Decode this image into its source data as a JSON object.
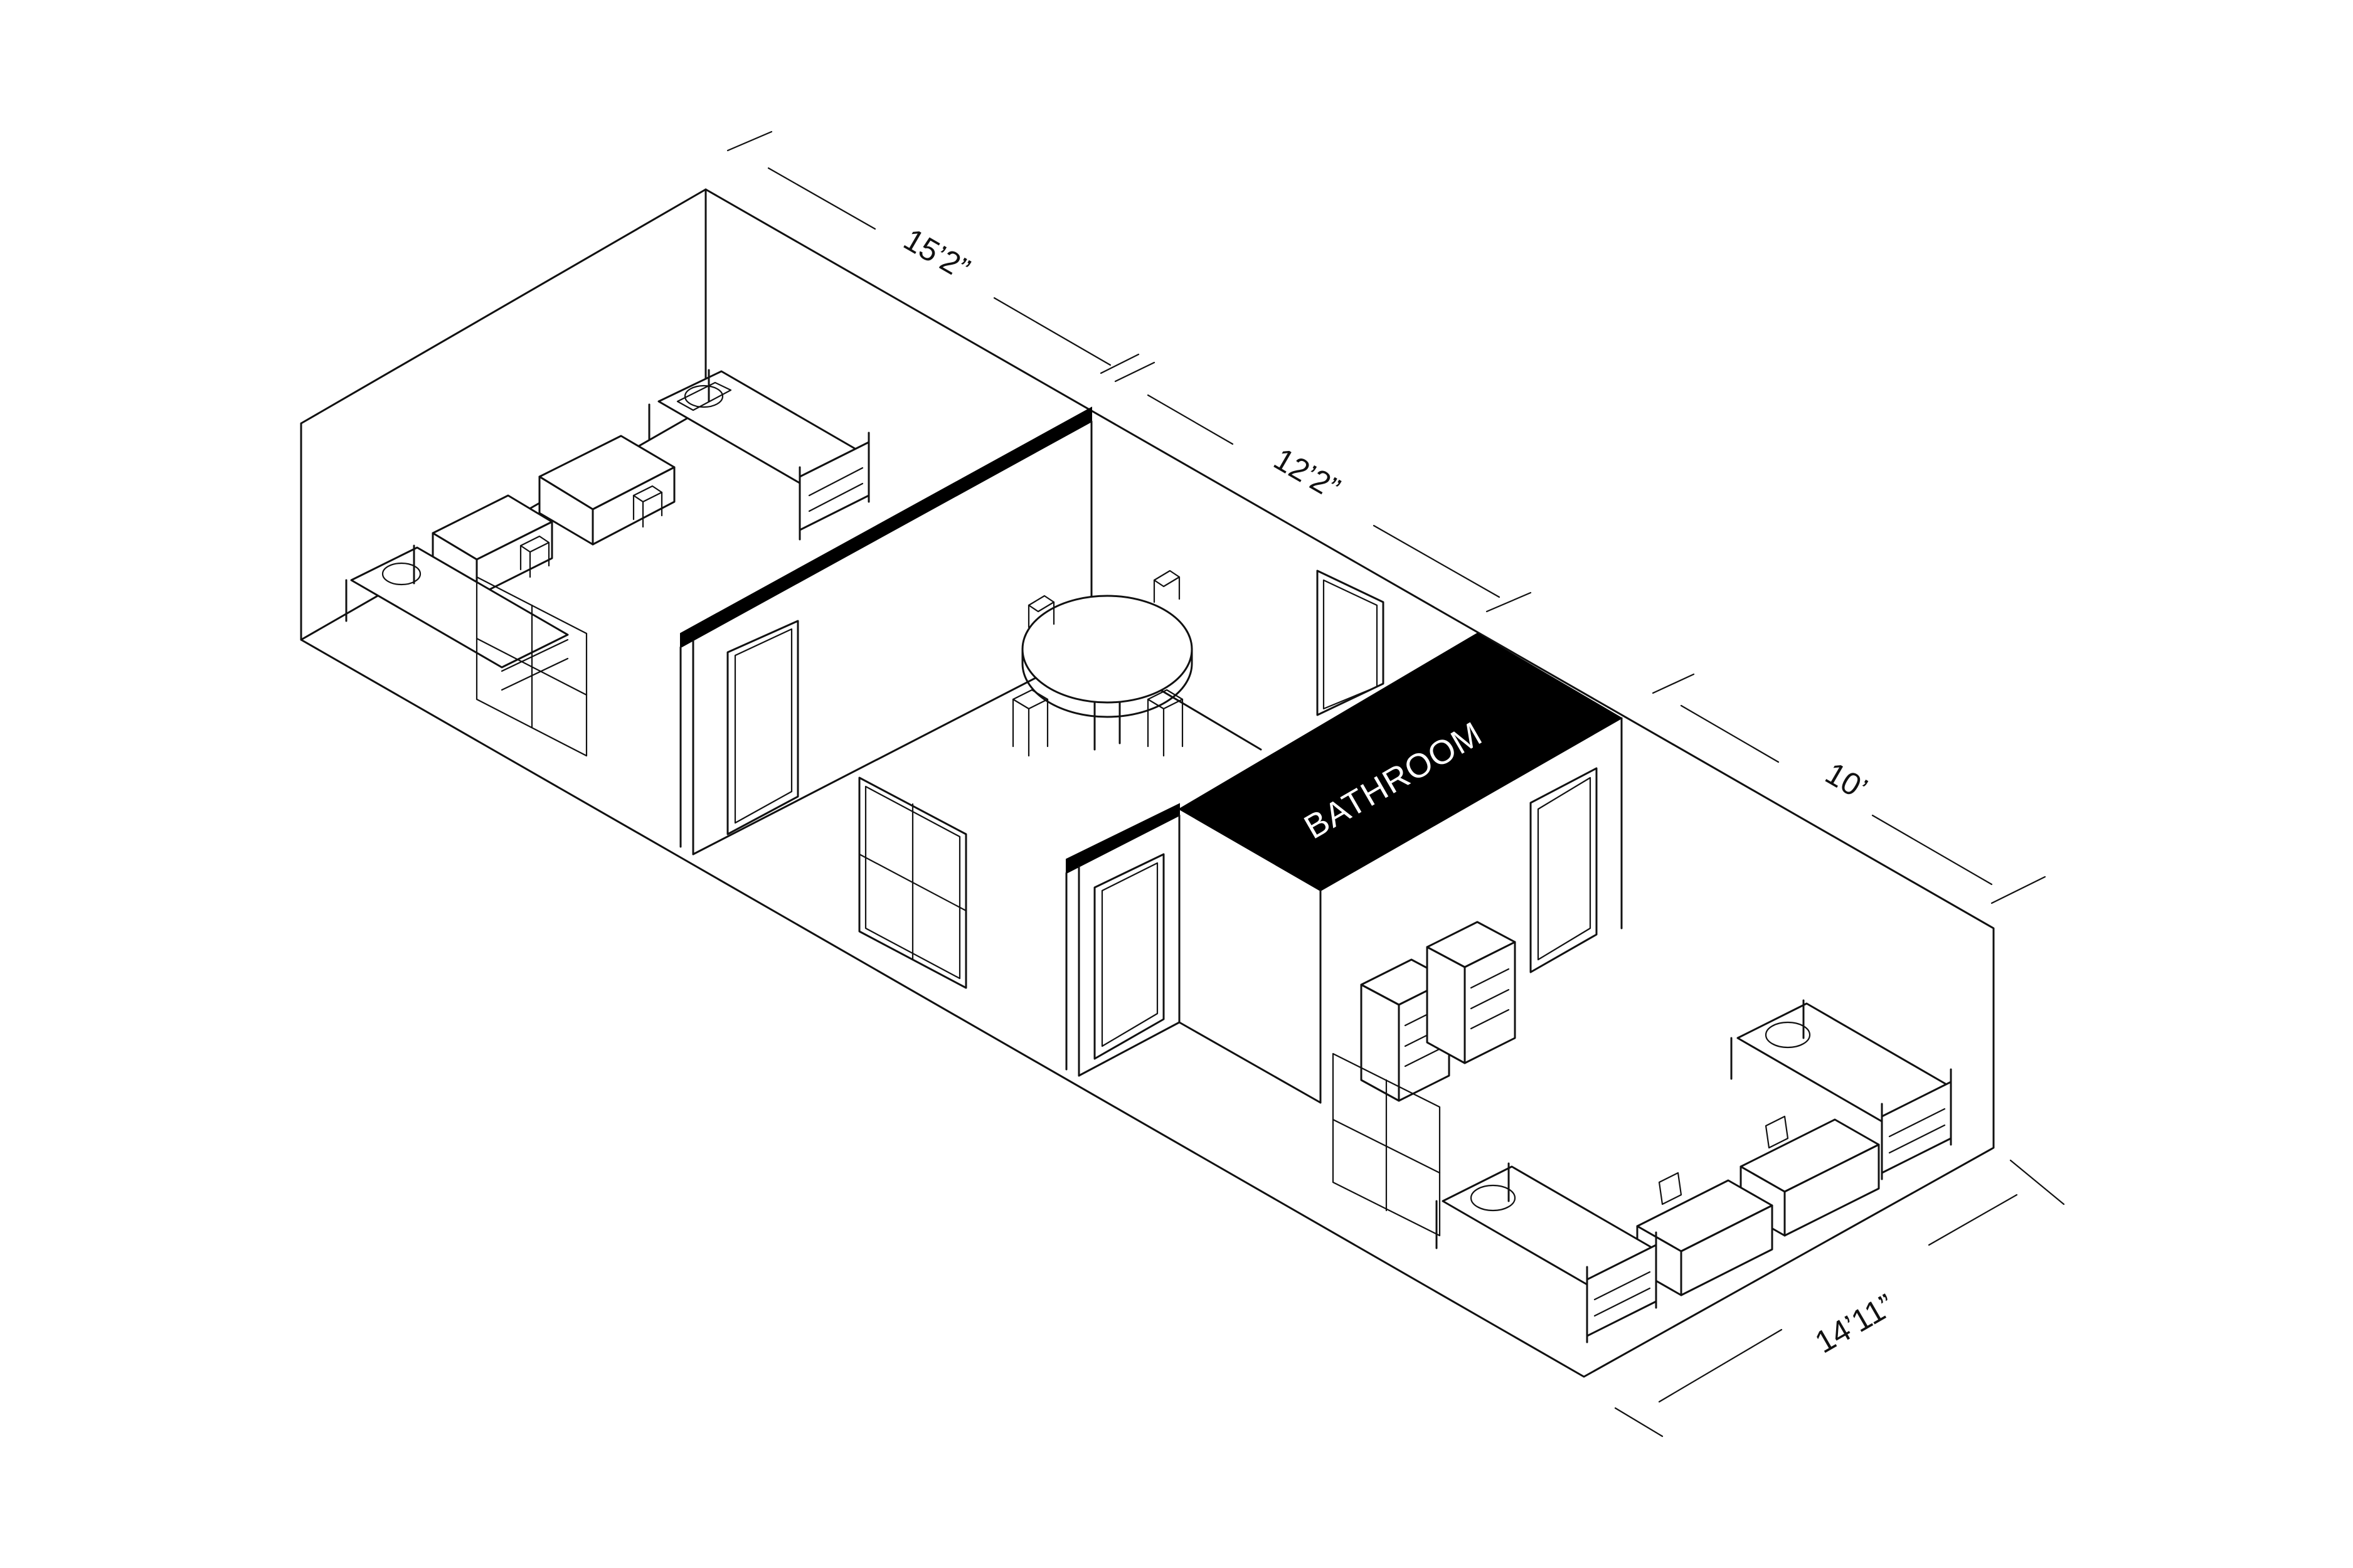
{
  "dimensions": {
    "top_left_length": "15’2”",
    "top_middle_length": "12’2”",
    "top_right_length": "10’",
    "bottom_right_width": "14’11”"
  },
  "rooms": {
    "bathroom_label": "BATHROOM"
  },
  "colors": {
    "line": "#111111",
    "fill_black": "#000000",
    "background": "#ffffff"
  }
}
